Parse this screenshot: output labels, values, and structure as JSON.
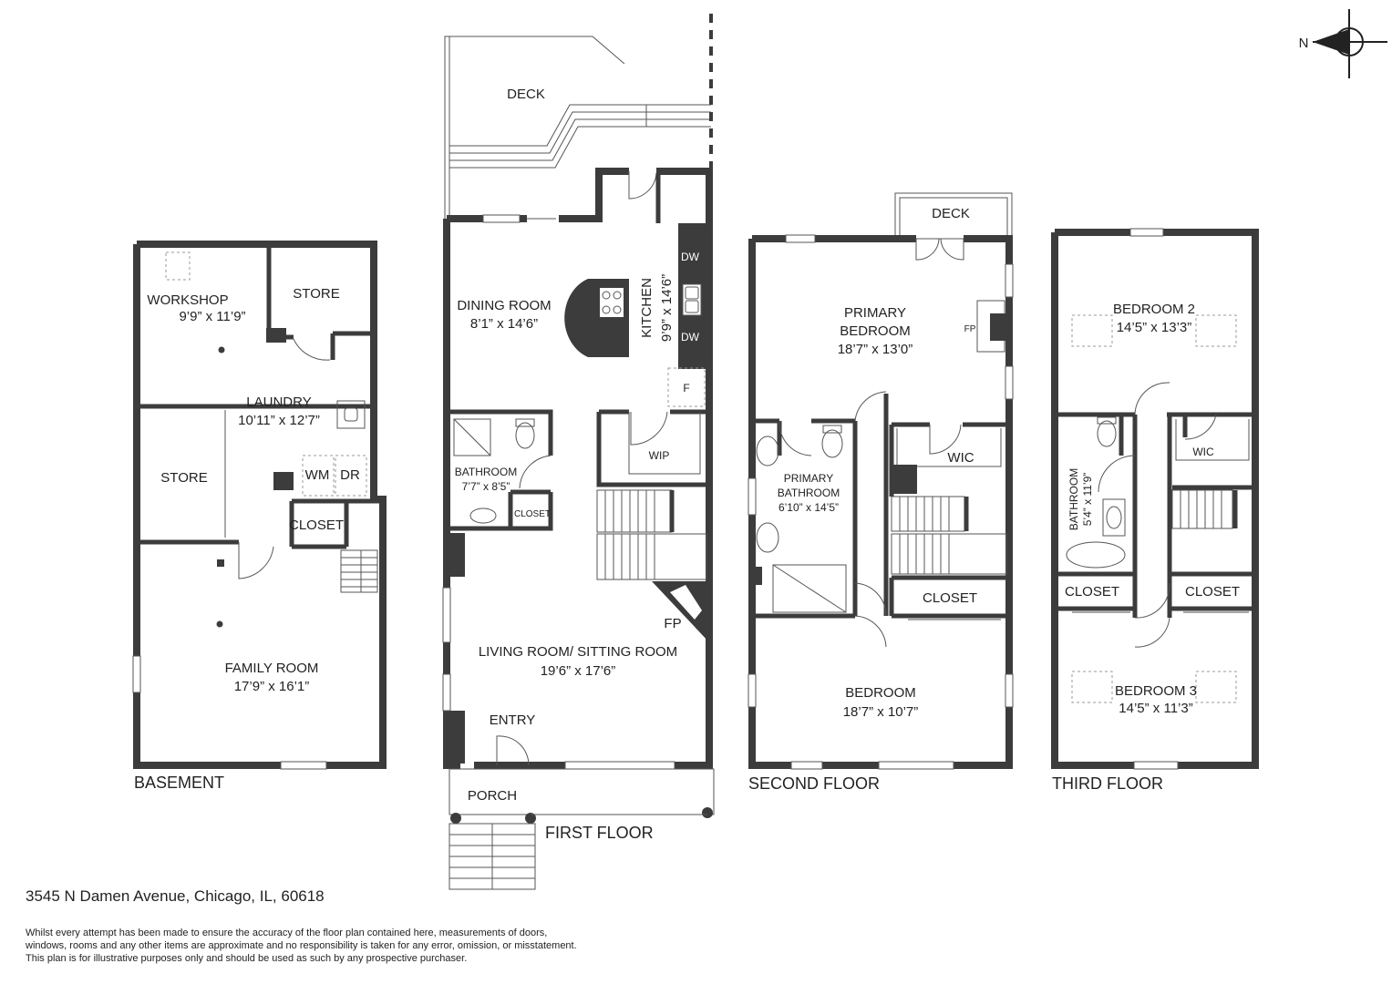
{
  "compass": {
    "north_label": "N"
  },
  "basement": {
    "floor_label": "BASEMENT",
    "workshop": {
      "name": "WORKSHOP",
      "dims": "9’9” x 11’9”"
    },
    "store_top": {
      "name": "STORE"
    },
    "laundry": {
      "name": "LAUNDRY",
      "dims": "10’11” x 12’7”"
    },
    "store_left": {
      "name": "STORE"
    },
    "wm": "WM",
    "dr": "DR",
    "closet": "CLOSET",
    "family_room": {
      "name": "FAMILY ROOM",
      "dims": "17’9” x 16’1”"
    }
  },
  "first_floor": {
    "floor_label": "FIRST FLOOR",
    "deck": "DECK",
    "dining_room": {
      "name": "DINING ROOM",
      "dims": "8’1” x 14’6”"
    },
    "kitchen": {
      "name": "KITCHEN",
      "dims": "9’9” x 14’6”"
    },
    "dw_top": "DW",
    "dw_bottom": "DW",
    "fridge": "F",
    "wip": "WIP",
    "bathroom": {
      "name": "BATHROOM",
      "dims": "7’7” x 8’5”"
    },
    "closet": "CLOSET",
    "fp": "FP",
    "living_room": {
      "name": "LIVING ROOM/ SITTING ROOM",
      "dims": "19’6” x 17’6”"
    },
    "entry": "ENTRY",
    "porch": "PORCH"
  },
  "second_floor": {
    "floor_label": "SECOND FLOOR",
    "deck": "DECK",
    "primary_bedroom": {
      "name_line1": "PRIMARY",
      "name_line2": "BEDROOM",
      "dims": "18’7” x 13’0”"
    },
    "fp": "FP",
    "wic": "WIC",
    "primary_bathroom": {
      "name_line1": "PRIMARY",
      "name_line2": "BATHROOM",
      "dims": "6’10” x 14’5”"
    },
    "closet": "CLOSET",
    "bedroom": {
      "name": "BEDROOM",
      "dims": "18’7” x 10’7”"
    }
  },
  "third_floor": {
    "floor_label": "THIRD FLOOR",
    "bedroom2": {
      "name": "BEDROOM 2",
      "dims": "14’5” x 13’3”"
    },
    "wic": "WIC",
    "bathroom": {
      "name": "BATHROOM",
      "dims": "5’4” x 11’9”"
    },
    "closet_left": "CLOSET",
    "closet_right": "CLOSET",
    "bedroom3": {
      "name": "BEDROOM 3",
      "dims": "14’5” x 11’3”"
    }
  },
  "address": "3545 N Damen Avenue, Chicago, IL, 60618",
  "disclaimer": [
    "Whilst every attempt has been made to ensure the accuracy of the floor plan contained here, measurements of doors,",
    "windows, rooms and any other items are approximate and no responsibility is taken for any error, omission, or misstatement.",
    "This plan is for illustrative purposes only and should be used as such by any prospective purchaser."
  ],
  "colors": {
    "wall": "#3c3c3c",
    "background": "#ffffff",
    "text": "#222222"
  }
}
